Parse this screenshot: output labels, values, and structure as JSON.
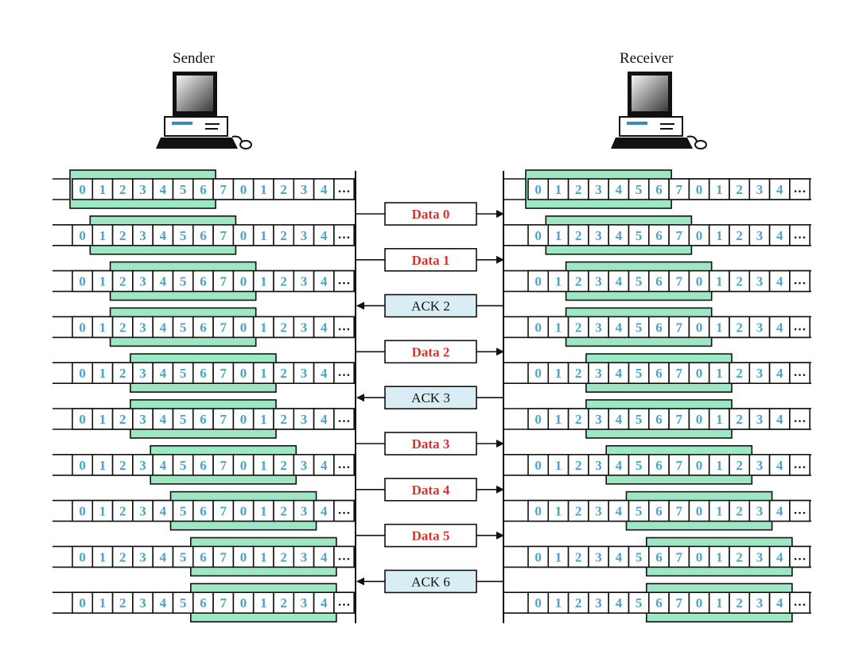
{
  "sender": {
    "label": "Sender"
  },
  "receiver": {
    "label": "Receiver"
  },
  "sequence": {
    "cells": [
      "0",
      "1",
      "2",
      "3",
      "4",
      "5",
      "6",
      "7",
      "0",
      "1",
      "2",
      "3",
      "4"
    ],
    "ellipsis": "…"
  },
  "colors": {
    "window_fill": "#9ee7c4",
    "window_stroke": "#111111",
    "cell_text": "#4aa3c8",
    "data_text": "#d8322b",
    "ack_fill": "#d9eef4",
    "data_fill": "#ffffff"
  },
  "rows": [
    {
      "sender_window_start": 0,
      "receiver_window_start": 0
    },
    {
      "sender_window_start": 1,
      "receiver_window_start": 1
    },
    {
      "sender_window_start": 2,
      "receiver_window_start": 2
    },
    {
      "sender_window_start": 2,
      "receiver_window_start": 2
    },
    {
      "sender_window_start": 3,
      "receiver_window_start": 3
    },
    {
      "sender_window_start": 3,
      "receiver_window_start": 3
    },
    {
      "sender_window_start": 4,
      "receiver_window_start": 4
    },
    {
      "sender_window_start": 5,
      "receiver_window_start": 5
    },
    {
      "sender_window_start": 6,
      "receiver_window_start": 6
    },
    {
      "sender_window_start": 6,
      "receiver_window_start": 6
    }
  ],
  "window_size": 7,
  "messages": [
    {
      "label": "Data 0",
      "kind": "data",
      "direction": "to-receiver"
    },
    {
      "label": "Data 1",
      "kind": "data",
      "direction": "to-receiver"
    },
    {
      "label": "ACK 2",
      "kind": "ack",
      "direction": "to-sender"
    },
    {
      "label": "Data 2",
      "kind": "data",
      "direction": "to-receiver"
    },
    {
      "label": "ACK 3",
      "kind": "ack",
      "direction": "to-sender"
    },
    {
      "label": "Data 3",
      "kind": "data",
      "direction": "to-receiver"
    },
    {
      "label": "Data 4",
      "kind": "data",
      "direction": "to-receiver"
    },
    {
      "label": "Data 5",
      "kind": "data",
      "direction": "to-receiver"
    },
    {
      "label": "ACK 6",
      "kind": "ack",
      "direction": "to-sender"
    }
  ]
}
